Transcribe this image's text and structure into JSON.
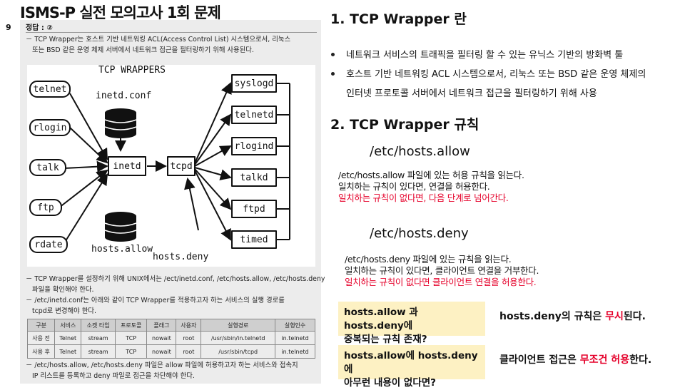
{
  "left": {
    "title": "ISMS-P 실전 모의고사 1회 문제",
    "qnum": "9",
    "answer": "정답 : ②",
    "intro1": "－ TCP Wrapper는 호스트 기반 네트워킹 ACL(Access Control List) 시스템으로서, 리눅스",
    "intro2": "   또는 BSD 같은 운영 체제 서버에서 네트워크 접근을 필터링하기 위해 사용된다.",
    "diagram": {
      "title": "TCP WRAPPERS",
      "inetd_conf": "inetd.conf",
      "hosts_allow": "hosts.allow",
      "hosts_deny": "hosts.deny",
      "clients": [
        "telnet",
        "rlogin",
        "talk",
        "ftp",
        "rdate"
      ],
      "inetd": "inetd",
      "tcpd": "tcpd",
      "daemons": [
        "syslogd",
        "telnetd",
        "rlogind",
        "talkd",
        "ftpd",
        "timed"
      ]
    },
    "note1a": "－ TCP Wrapper를 설정하기 위해 UNIX에서는 /ect/inetd.conf, /etc/hosts.allow, /etc/hosts.deny",
    "note1b": "   파일을 확인해야 한다.",
    "note2a": "－ /etc/inetd.conf는 아래와 같이 TCP Wrapper를 적용하고자 하는 서비스의 실행 경로를",
    "note2b": "   tcpd로 변경해야 한다.",
    "table": {
      "headers": [
        "구분",
        "서비스",
        "소켓 타입",
        "프로토콜",
        "플래그",
        "사용자",
        "실행경로",
        "실행인수"
      ],
      "rows": [
        [
          "사용 전",
          "Telnet",
          "stream",
          "TCP",
          "nowait",
          "root",
          "/usr/sbin/in.telnetd",
          "in.telnetd"
        ],
        [
          "사용 후",
          "Telnet",
          "stream",
          "TCP",
          "nowait",
          "root",
          "/usr/sbin/tcpd",
          "in.telnetd"
        ]
      ]
    },
    "note3a": "－ /etc/hosts.allow, /etc/hosts.deny 파일은 allow 파일에 허용하고자 하는 서비스와 접속지",
    "note3b": "   IP 리스트를 등록하고 deny 파일로 접근을 차단해야 한다."
  },
  "right": {
    "h1": "1. TCP Wrapper 란",
    "b1": "네트워크 서비스의 트래픽을 필터링 할 수 있는 유닉스 기반의 방화벽 툴",
    "b2a": "호스트 기반 네트워킹 ACL 시스템으로서, 리눅스 또는 BSD 같은 운영 체제의",
    "b2b": "인터넷 프로토콜 서버에서 네트워크 접근을 필터링하기 위해 사용",
    "h2": "2. TCP Wrapper 규칙",
    "allow_path": "/etc/hosts.allow",
    "allow_l1": "/etc/hosts.allow 파일에 있는 허용 규칙을 읽는다.",
    "allow_l2": "일치하는 규칙이 있다면, 연결을 허용한다.",
    "allow_l3": "일치하는 규칙이 없다면, 다음 단계로 넘어간다.",
    "deny_path": "/etc/hosts.deny",
    "deny_l1": "/etc/hosts.deny 파일에 있는 규칙을 읽는다.",
    "deny_l2": "일치하는 규칙이 있다면, 클라이언트 연결을 거부한다.",
    "deny_l3": "일치하는 규칙이 없다면 클라이언트 연결을 허용한다.",
    "box1a": "hosts.allow 과 hosts.deny에",
    "box1b": "중복되는 규칙 존재?",
    "ans1a": "hosts.deny의 규칙은 ",
    "ans1b": "무시",
    "ans1c": "된다.",
    "box2a": "hosts.allow에 hosts.deny에",
    "box2b": "아무런 내용이 없다면?",
    "ans2a": "클라이언트 접근은 ",
    "ans2b": "무조건 허용",
    "ans2c": "한다.",
    "accent_red": "#e5002a",
    "box_bg": "#fdf1c3"
  }
}
